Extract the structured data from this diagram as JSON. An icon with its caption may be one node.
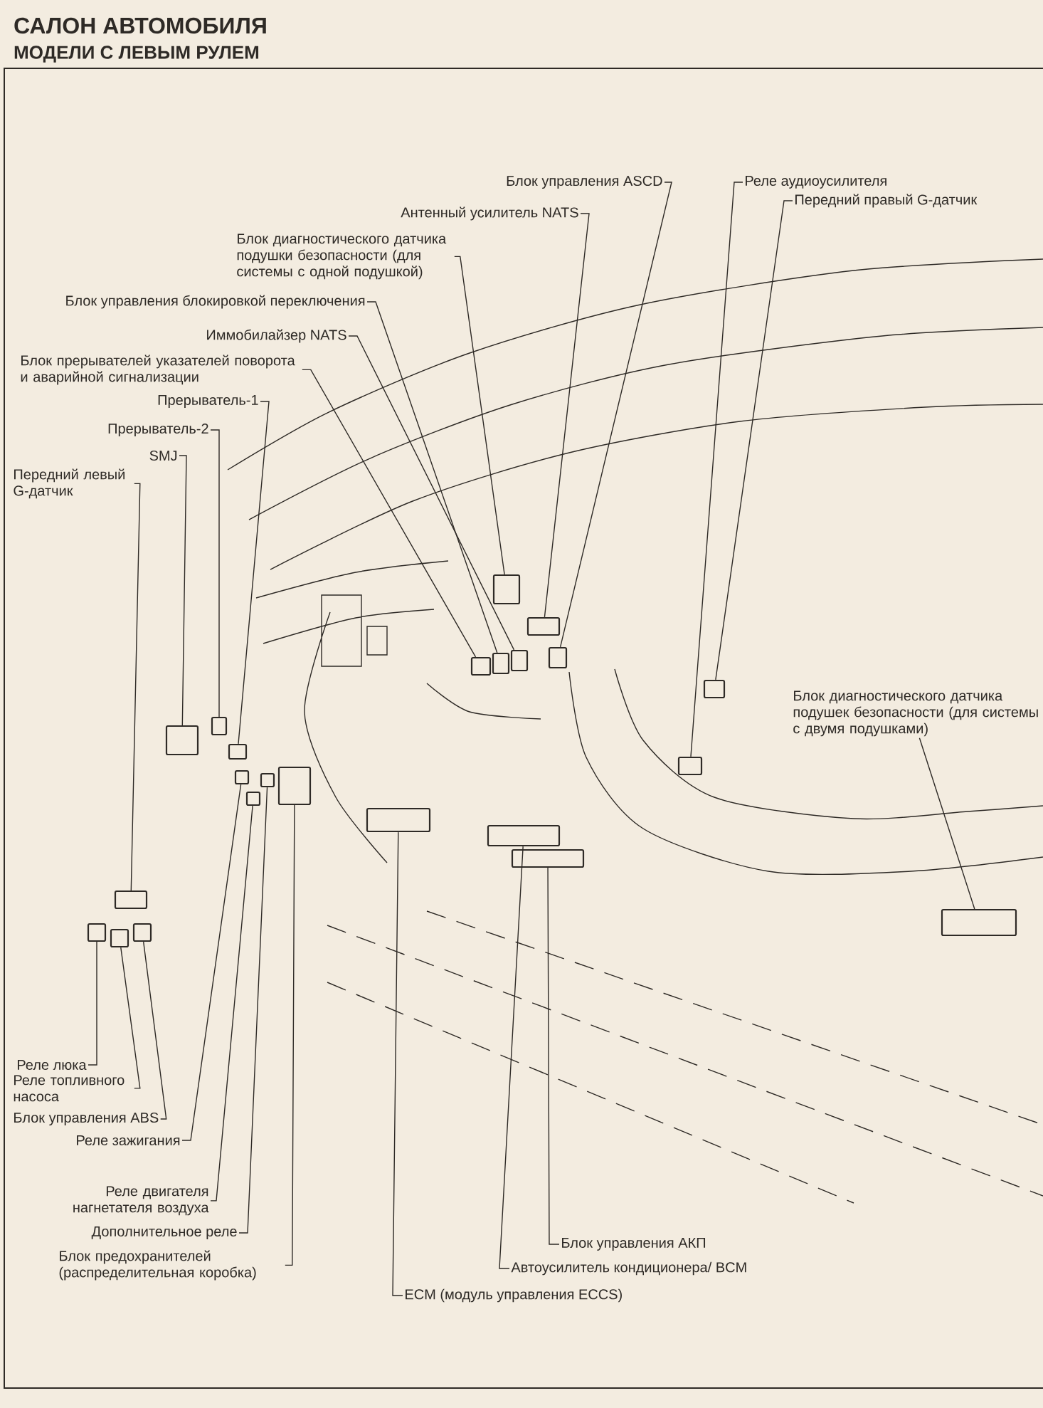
{
  "diagram": {
    "title": "САЛОН АВТОМОБИЛЯ",
    "labels": [
      "МОДЕЛИ С ЛЕВЫМ РУЛЕМ"
    ],
    "nodes": [
      {
        "text": [
          "Блок управления ASCD"
        ]
      },
      {
        "text": [
          "Реле аудиоусилителя"
        ]
      },
      {
        "text": [
          "Передний правый G-датчик"
        ]
      },
      {
        "text": [
          "Антенный усилитель NATS"
        ]
      },
      {
        "text": [
          "Блок диагностического датчика подушки безопасности (для системы с одной подушкой)"
        ]
      },
      {
        "text": [
          "Блок управления блокировкой переключения"
        ]
      },
      {
        "text": [
          "Иммобилайзер NATS"
        ]
      },
      {
        "text": [
          "Блок прерывателей указателей поворота и аварийной сигнализации"
        ]
      },
      {
        "text": [
          "Прерыватель-1"
        ]
      },
      {
        "text": [
          "Прерыватель-2"
        ]
      },
      {
        "text": [
          "SMJ"
        ]
      },
      {
        "text": [
          "Передний левый G-датчик"
        ]
      },
      {
        "text": [
          "Блок диагностического датчика подушек безопасности (для системы с двумя подушками)"
        ]
      },
      {
        "text": [
          "Реле люка"
        ]
      },
      {
        "text": [
          "Реле топливного насоса"
        ]
      },
      {
        "text": [
          "Блок управления ABS"
        ]
      },
      {
        "text": [
          "Реле зажигания"
        ]
      },
      {
        "text": [
          "Реле двигателя нагнетателя воздуха"
        ]
      },
      {
        "text": [
          "Дополнительное реле"
        ]
      },
      {
        "text": [
          "Блок управления АКП"
        ]
      },
      {
        "text": [
          "Блок предохранителей (распределительная коробка)"
        ]
      },
      {
        "text": [
          "Автоусилитель кондиционера/ BCM"
        ]
      },
      {
        "text": [
          "ECM (модуль управления ECCS)"
        ]
      },
      {
        "text": [],
        "shape": "box"
      },
      {
        "text": [],
        "shape": "box"
      },
      {
        "text": [],
        "shape": "box"
      },
      {
        "text": [],
        "shape": "box"
      },
      {
        "text": [],
        "shape": "box"
      },
      {
        "text": [],
        "shape": "box"
      },
      {
        "text": [],
        "shape": "box"
      },
      {
        "text": [],
        "shape": "box"
      },
      {
        "text": [],
        "shape": "box"
      },
      {
        "text": [],
        "shape": "box"
      },
      {
        "text": [],
        "shape": "box"
      },
      {
        "text": [],
        "shape": "box"
      },
      {
        "text": [],
        "shape": "box"
      },
      {
        "text": [],
        "shape": "box"
      },
      {
        "text": [],
        "shape": "box"
      },
      {
        "text": [],
        "shape": "box"
      },
      {
        "text": [],
        "shape": "box"
      },
      {
        "text": [],
        "shape": "box"
      },
      {
        "text": [],
        "shape": "box"
      },
      {
        "text": [],
        "shape": "box"
      },
      {
        "text": [],
        "shape": "box"
      },
      {
        "text": [],
        "shape": "box"
      },
      {
        "text": [],
        "shape": "box"
      }
    ],
    "edges": [
      {
        "from": 0,
        "to": 42,
        "arrow": "none"
      },
      {
        "from": 1,
        "to": 43,
        "arrow": "none"
      },
      {
        "from": 2,
        "to": 44,
        "arrow": "none"
      },
      {
        "from": 3,
        "to": 40,
        "arrow": "none"
      },
      {
        "from": 4,
        "to": 37,
        "arrow": "none"
      },
      {
        "from": 5,
        "to": 36,
        "arrow": "none"
      },
      {
        "from": 6,
        "to": 38,
        "arrow": "none"
      },
      {
        "from": 7,
        "to": 35,
        "arrow": "none"
      },
      {
        "from": 8,
        "to": 29,
        "arrow": "none"
      },
      {
        "from": 9,
        "to": 28,
        "arrow": "none"
      },
      {
        "from": 10,
        "to": 27,
        "arrow": "none"
      },
      {
        "from": 11,
        "to": 25,
        "arrow": "none"
      },
      {
        "from": 12,
        "to": 45,
        "arrow": "none"
      },
      {
        "from": 13,
        "to": 23,
        "arrow": "none"
      },
      {
        "from": 14,
        "to": 24,
        "arrow": "none"
      },
      {
        "from": 15,
        "to": 26,
        "arrow": "none"
      },
      {
        "from": 16,
        "to": 30,
        "arrow": "none"
      },
      {
        "from": 17,
        "to": 31,
        "arrow": "none"
      },
      {
        "from": 18,
        "to": 32,
        "arrow": "none"
      },
      {
        "from": 19,
        "to": 41,
        "arrow": "none"
      },
      {
        "from": 20,
        "to": 33,
        "arrow": "none"
      },
      {
        "from": 21,
        "to": 39,
        "arrow": "none"
      },
      {
        "from": 22,
        "to": 34,
        "arrow": "none"
      }
    ]
  }
}
